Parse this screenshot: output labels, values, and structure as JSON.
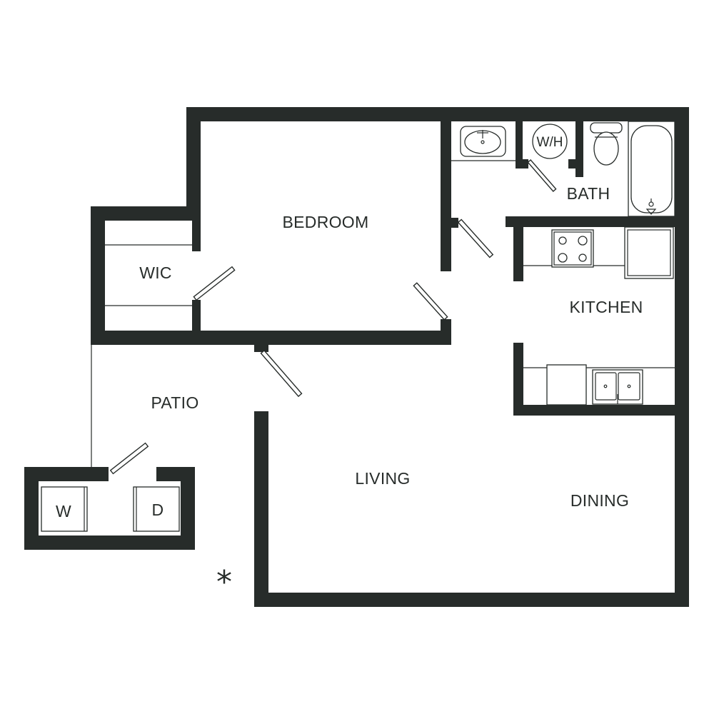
{
  "rooms": {
    "bedroom": "BEDROOM",
    "wic": "WIC",
    "bath": "BATH",
    "water_heater": "W/H",
    "kitchen": "KITCHEN",
    "patio": "PATIO",
    "living": "LIVING",
    "dining": "DINING",
    "washer": "W",
    "dryer": "D"
  },
  "marker": "*",
  "colors": {
    "wall": "#272c2a",
    "background": "#ffffff"
  }
}
